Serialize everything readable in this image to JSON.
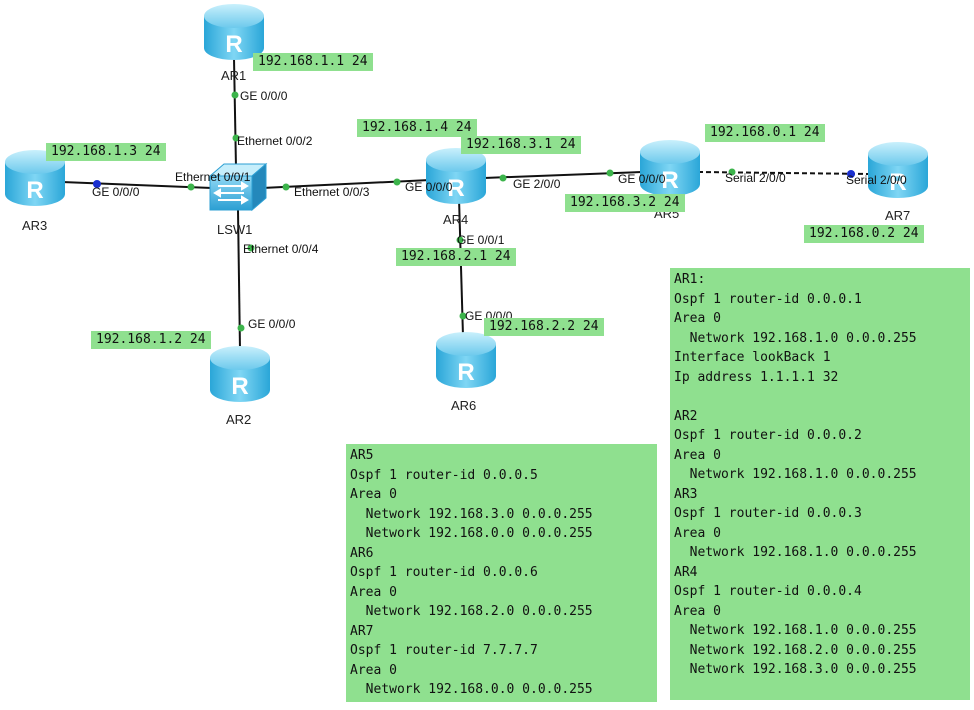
{
  "devices": {
    "ar1": "AR1",
    "ar2": "AR2",
    "ar3": "AR3",
    "ar4": "AR4",
    "ar5": "AR5",
    "ar6": "AR6",
    "ar7": "AR7",
    "lsw1": "LSW1"
  },
  "router_icon_letter": "R",
  "ip_labels": {
    "ar1": "192.168.1.1 24",
    "ar3": "192.168.1.3 24",
    "ar2": "192.168.1.2 24",
    "ar4_g0": "192.168.1.4 24",
    "ar4_g2": "192.168.3.1 24",
    "ar5_serial": "192.168.0.1 24",
    "ar5_g0": "192.168.3.2 24",
    "ar7": "192.168.0.2 24",
    "ar4_g1": "192.168.2.1 24",
    "ar6": "192.168.2.2 24"
  },
  "ports": {
    "ar1_ge000": "GE 0/0/0",
    "sw_eth002": "Ethernet 0/0/2",
    "sw_eth001": "Ethernet 0/0/1",
    "ar3_ge000": "GE 0/0/0",
    "sw_eth003": "Ethernet 0/0/3",
    "sw_eth004": "Ethernet 0/0/4",
    "ar2_ge000": "GE 0/0/0",
    "ar4_ge000": "GE 0/0/0",
    "ar4_ge200": "GE 2/0/0",
    "ar5_ge000": "GE 0/0/0",
    "ar5_serial": "Serial 2/0/0",
    "ar7_serial": "Serial 2/0/0",
    "ar4_ge001": "GE 0/0/1",
    "ar6_ge000": "GE 0/0/0"
  },
  "config_right": [
    "AR1:",
    "Ospf 1 router-id 0.0.0.1",
    "Area 0",
    "  Network 192.168.1.0 0.0.0.255",
    "Interface lookBack 1",
    "Ip address 1.1.1.1 32",
    "",
    "AR2",
    "Ospf 1 router-id 0.0.0.2",
    "Area 0",
    "  Network 192.168.1.0 0.0.0.255",
    "AR3",
    "Ospf 1 router-id 0.0.0.3",
    "Area 0",
    "  Network 192.168.1.0 0.0.0.255",
    "AR4",
    "Ospf 1 router-id 0.0.0.4",
    "Area 0",
    "  Network 192.168.1.0 0.0.0.255",
    "  Network 192.168.2.0 0.0.0.255",
    "  Network 192.168.3.0 0.0.0.255"
  ],
  "config_left": [
    "AR5",
    "Ospf 1 router-id 0.0.0.5",
    "Area 0",
    "  Network 192.168.3.0 0.0.0.255",
    "  Network 192.168.0.0 0.0.0.255",
    "AR6",
    "Ospf 1 router-id 0.0.0.6",
    "Area 0",
    "  Network 192.168.2.0 0.0.0.255",
    "AR7",
    "Ospf 1 router-id 7.7.7.7",
    "Area 0",
    "  Network 192.168.0.0 0.0.0.255"
  ]
}
